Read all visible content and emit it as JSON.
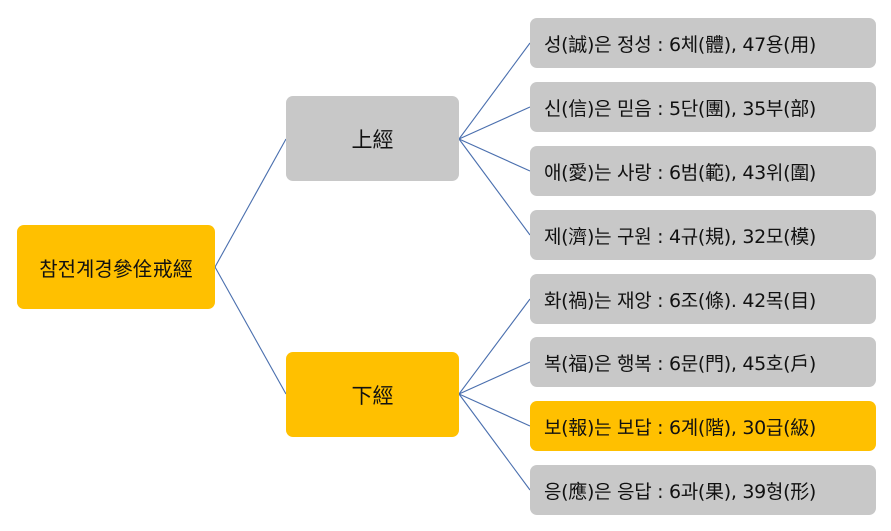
{
  "colors": {
    "gold": "#ffc000",
    "gray": "#c8c8c8",
    "connector": "#4a6fae"
  },
  "root": {
    "label": "참전계경參佺戒經"
  },
  "branches": [
    {
      "label": "上經",
      "highlight": false,
      "items": [
        {
          "label": "성(誠)은 정성 : 6체(體), 47용(用)",
          "highlight": false
        },
        {
          "label": "신(信)은 믿음 : 5단(團), 35부(部)",
          "highlight": false
        },
        {
          "label": "애(愛)는 사랑 : 6범(範), 43위(圍)",
          "highlight": false
        },
        {
          "label": "제(濟)는 구원 : 4규(規), 32모(模)",
          "highlight": false
        }
      ]
    },
    {
      "label": "下經",
      "highlight": true,
      "items": [
        {
          "label": "화(禍)는 재앙 : 6조(條). 42목(目)",
          "highlight": false
        },
        {
          "label": "복(福)은 행복 : 6문(門), 45호(戶)",
          "highlight": false
        },
        {
          "label": "보(報)는 보답 : 6계(階), 30급(級)",
          "highlight": true
        },
        {
          "label": "응(應)은 응답 : 6과(果), 39형(形)",
          "highlight": false
        }
      ]
    }
  ]
}
